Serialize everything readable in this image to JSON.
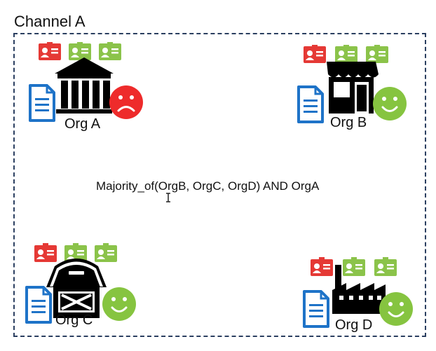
{
  "channel": {
    "title": "Channel A"
  },
  "policy": {
    "func": "Majority_of",
    "args": "(OrgB, OrgC, OrgD) AND OrgA"
  },
  "orgs": [
    {
      "label": "Org A",
      "building": "bank-icon",
      "mood": "sad-face-icon"
    },
    {
      "label": "Org B",
      "building": "store-icon",
      "mood": "happy-face-icon"
    },
    {
      "label": "Org C",
      "building": "barn-icon",
      "mood": "happy-face-icon"
    },
    {
      "label": "Org D",
      "building": "factory-icon",
      "mood": "happy-face-icon"
    }
  ],
  "colors": {
    "border": "#2b3f60",
    "id_card_red": "#e53935",
    "id_card_green": "#8bc34a",
    "document_blue": "#1e73c8",
    "sad_face": "#ee2b2b",
    "happy_face": "#86c440"
  }
}
